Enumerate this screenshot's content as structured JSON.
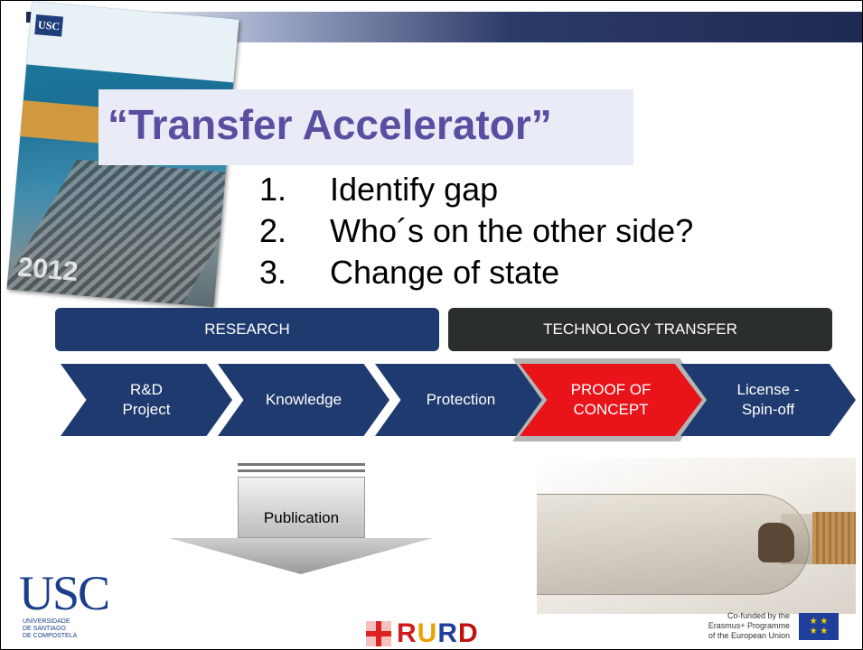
{
  "slide": {
    "title": "“Transfer Accelerator”",
    "points": [
      {
        "num": "1.",
        "text": "Identify gap"
      },
      {
        "num": "2.",
        "text": "Who´s on the other side?"
      },
      {
        "num": "3.",
        "text": "Change of state"
      }
    ],
    "phases": {
      "research": "RESEARCH",
      "transfer": "TECHNOLOGY TRANSFER"
    },
    "steps": [
      "R&D\nProject",
      "Knowledge",
      "Protection",
      "PROOF OF\nCONCEPT",
      "License -\nSpin-off"
    ],
    "publication_label": "Publication"
  },
  "brochure": {
    "logo_text": "USC",
    "year_text": "2012"
  },
  "footer": {
    "usc_letters": "USC",
    "usc_sub": "UNIVERSIDADE\nDE SANTIAGO\nDE COMPOSTELA",
    "rurd_word": "RURD",
    "erasmus_text": "Co-funded by the\nErasmus+ Programme\nof the European Union",
    "eu_flag_icon": "eu-flag-icon"
  },
  "colors": {
    "title": "#5b4ea0",
    "research_bar": "#1f3a6e",
    "transfer_bar": "#2a2e2c",
    "chevron": "#1f3a6e",
    "poc": "#e8141a"
  }
}
